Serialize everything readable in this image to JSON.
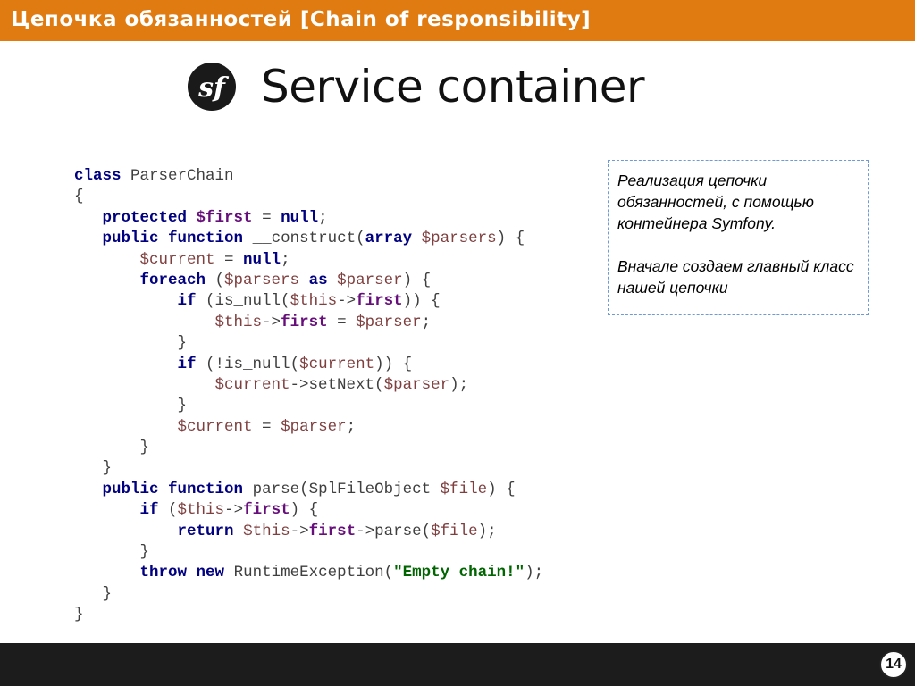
{
  "header": {
    "title": "Цепочка обязанностей [Chain of responsibility]"
  },
  "slide": {
    "title": "Service container",
    "logo_icon": "symfony-logo-icon"
  },
  "code": {
    "lines": [
      [
        [
          "kw",
          "class"
        ],
        [
          "p",
          " ParserChain"
        ]
      ],
      [
        [
          "p",
          "{"
        ]
      ],
      [
        [
          "p",
          "   "
        ],
        [
          "kw",
          "protected"
        ],
        [
          "p",
          " "
        ],
        [
          "prop",
          "$first"
        ],
        [
          "p",
          " = "
        ],
        [
          "kw",
          "null"
        ],
        [
          "p",
          ";"
        ]
      ],
      [
        [
          "p",
          "   "
        ],
        [
          "kw",
          "public"
        ],
        [
          "p",
          " "
        ],
        [
          "kw",
          "function"
        ],
        [
          "p",
          " __construct("
        ],
        [
          "kw",
          "array"
        ],
        [
          "p",
          " "
        ],
        [
          "var",
          "$parsers"
        ],
        [
          "p",
          ") {"
        ]
      ],
      [
        [
          "p",
          "       "
        ],
        [
          "var",
          "$current"
        ],
        [
          "p",
          " = "
        ],
        [
          "kw",
          "null"
        ],
        [
          "p",
          ";"
        ]
      ],
      [
        [
          "p",
          "       "
        ],
        [
          "kw",
          "foreach"
        ],
        [
          "p",
          " ("
        ],
        [
          "var",
          "$parsers"
        ],
        [
          "p",
          " "
        ],
        [
          "kw",
          "as"
        ],
        [
          "p",
          " "
        ],
        [
          "var",
          "$parser"
        ],
        [
          "p",
          ") {"
        ]
      ],
      [
        [
          "p",
          "           "
        ],
        [
          "kw",
          "if"
        ],
        [
          "p",
          " (is_null("
        ],
        [
          "var",
          "$this"
        ],
        [
          "p",
          "->"
        ],
        [
          "prop",
          "first"
        ],
        [
          "p",
          ")) {"
        ]
      ],
      [
        [
          "p",
          "               "
        ],
        [
          "var",
          "$this"
        ],
        [
          "p",
          "->"
        ],
        [
          "prop",
          "first"
        ],
        [
          "p",
          " = "
        ],
        [
          "var",
          "$parser"
        ],
        [
          "p",
          ";"
        ]
      ],
      [
        [
          "p",
          "           }"
        ]
      ],
      [
        [
          "p",
          "           "
        ],
        [
          "kw",
          "if"
        ],
        [
          "p",
          " (!is_null("
        ],
        [
          "var",
          "$current"
        ],
        [
          "p",
          ")) {"
        ]
      ],
      [
        [
          "p",
          "               "
        ],
        [
          "var",
          "$current"
        ],
        [
          "p",
          "->setNext("
        ],
        [
          "var",
          "$parser"
        ],
        [
          "p",
          ");"
        ]
      ],
      [
        [
          "p",
          "           }"
        ]
      ],
      [
        [
          "p",
          "           "
        ],
        [
          "var",
          "$current"
        ],
        [
          "p",
          " = "
        ],
        [
          "var",
          "$parser"
        ],
        [
          "p",
          ";"
        ]
      ],
      [
        [
          "p",
          "       }"
        ]
      ],
      [
        [
          "p",
          "   }"
        ]
      ],
      [
        [
          "p",
          "   "
        ],
        [
          "kw",
          "public"
        ],
        [
          "p",
          " "
        ],
        [
          "kw",
          "function"
        ],
        [
          "p",
          " parse(SplFileObject "
        ],
        [
          "var",
          "$file"
        ],
        [
          "p",
          ") {"
        ]
      ],
      [
        [
          "p",
          "       "
        ],
        [
          "kw",
          "if"
        ],
        [
          "p",
          " ("
        ],
        [
          "var",
          "$this"
        ],
        [
          "p",
          "->"
        ],
        [
          "prop",
          "first"
        ],
        [
          "p",
          ") {"
        ]
      ],
      [
        [
          "p",
          "           "
        ],
        [
          "kw",
          "return"
        ],
        [
          "p",
          " "
        ],
        [
          "var",
          "$this"
        ],
        [
          "p",
          "->"
        ],
        [
          "prop",
          "first"
        ],
        [
          "p",
          "->parse("
        ],
        [
          "var",
          "$file"
        ],
        [
          "p",
          ");"
        ]
      ],
      [
        [
          "p",
          "       }"
        ]
      ],
      [
        [
          "p",
          "       "
        ],
        [
          "kw",
          "throw"
        ],
        [
          "p",
          " "
        ],
        [
          "kw",
          "new"
        ],
        [
          "p",
          " RuntimeException("
        ],
        [
          "str",
          "\"Empty chain!\""
        ],
        [
          "p",
          ");"
        ]
      ],
      [
        [
          "p",
          "   }"
        ]
      ],
      [
        [
          "p",
          "}"
        ]
      ]
    ]
  },
  "note": {
    "paragraph1": "Реализация цепочки обязанностей, с помощью контейнера Symfony.",
    "paragraph2": "Вначале создаем главный класс нашей цепочки"
  },
  "footer": {
    "page_number": "14"
  },
  "colors": {
    "header": "#e07b12",
    "footer": "#1c1c1c",
    "keyword": "#000080",
    "variable": "#7f3f3f",
    "property": "#660e7a",
    "string": "#006400",
    "note_border": "#6f9ad8"
  }
}
